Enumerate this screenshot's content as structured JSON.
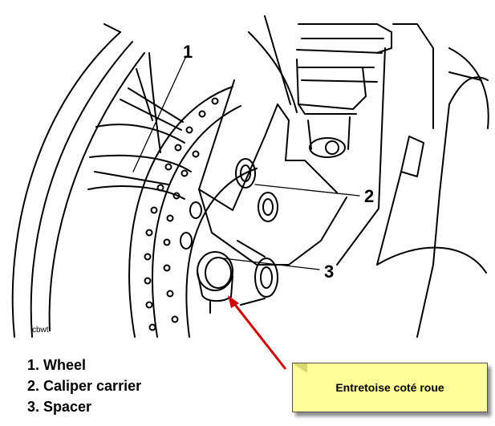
{
  "figure": {
    "callouts": [
      "1",
      "2",
      "3"
    ],
    "watermark": "cbwt",
    "legend": [
      "1. Wheel",
      "2. Caliper carrier",
      "3. Spacer"
    ]
  },
  "note": {
    "text": "Entretoise coté roue",
    "arrow_color": "#cc0000",
    "background_color": "#ffff99"
  }
}
